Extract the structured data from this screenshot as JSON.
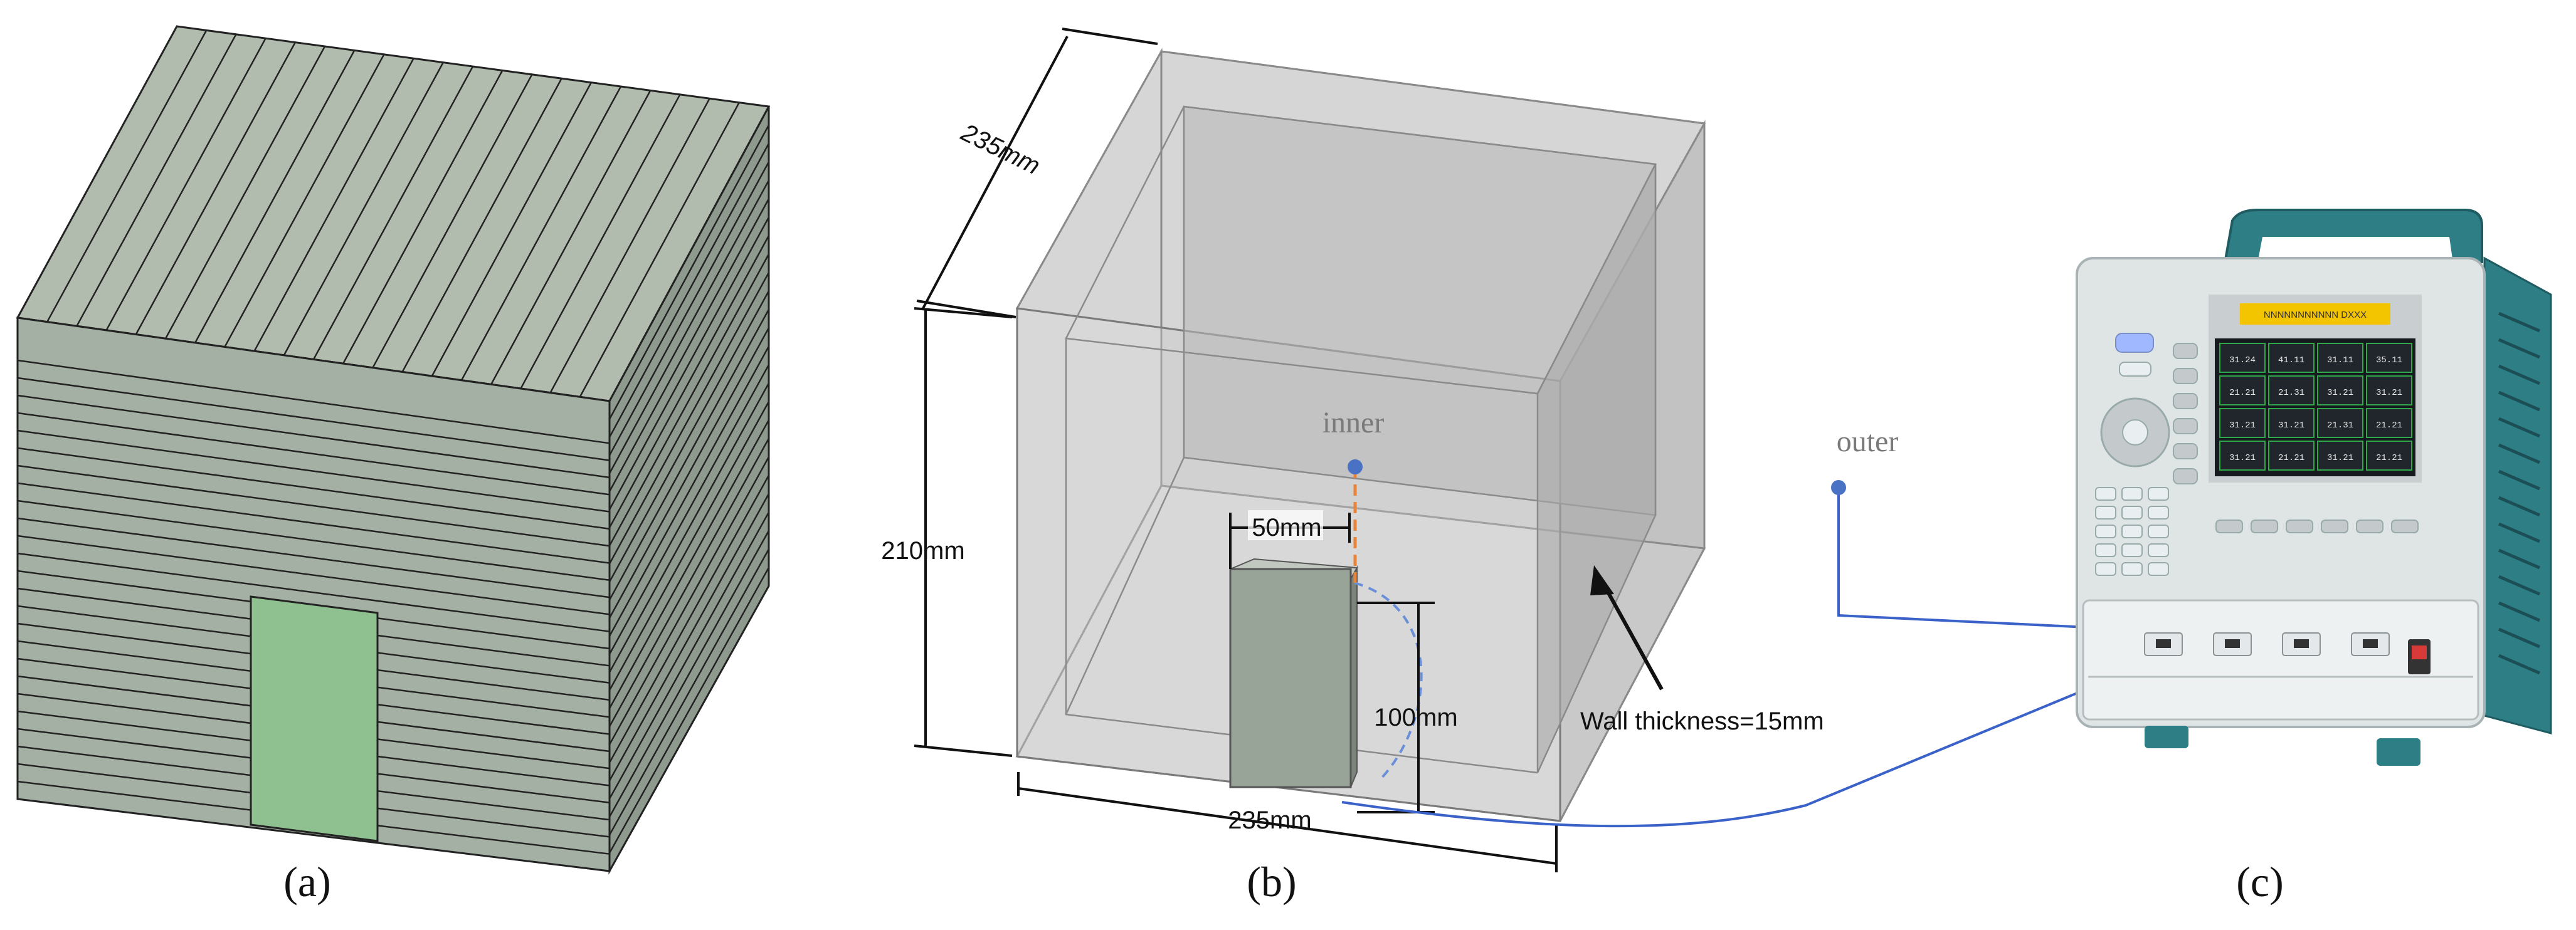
{
  "labels": {
    "panel_a": "(a)",
    "panel_b": "(b)",
    "panel_c": "(c)",
    "inner": "inner",
    "outer": "outer",
    "dim_depth": "235mm",
    "dim_height": "210mm",
    "dim_width": "235mm",
    "dim_block_width": "50mm",
    "dim_block_height": "100mm",
    "wall_thickness": "Wall thickness=15mm"
  },
  "colors": {
    "house_face": "#a4b0a4",
    "house_side": "#8e9a8e",
    "door": "#8fc08f",
    "box_face": "#cfcfcf",
    "sensor_point": "#4a72c4",
    "wire": "#3a62c8",
    "inner_marker": "#e8833a",
    "device_body": "#dfe4e5",
    "device_handle": "#2e7e86",
    "screen_title": "#f3c400"
  },
  "logger": {
    "screen_title": "NNNNNNNNNNN DXXX",
    "readings": [
      "31.24",
      "41.11",
      "31.11",
      "35.11",
      "21.21",
      "21.31",
      "31.21",
      "31.21",
      "31.21",
      "31.21",
      "21.31",
      "21.21",
      "31.21",
      "21.21",
      "31.21",
      "21.21"
    ]
  }
}
